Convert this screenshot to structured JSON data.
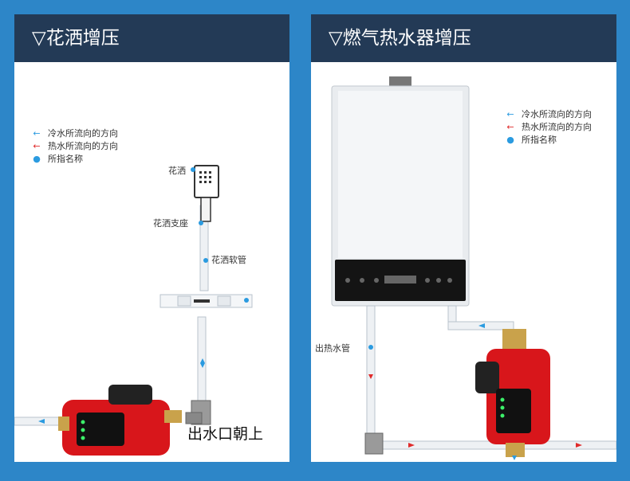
{
  "left_panel": {
    "title": "▽花洒增压",
    "legend": [
      {
        "marker": "cold-arrow",
        "text": "冷水所流向的方向",
        "color": "#2b9be0"
      },
      {
        "marker": "hot-arrow",
        "text": "热水所流向的方向",
        "color": "#e02b2b"
      },
      {
        "marker": "dot",
        "text": "所指名称",
        "color": "#2b9be0"
      }
    ],
    "labels": {
      "shower": "花洒",
      "shower_holder": "花洒支座",
      "shower_hose": "花洒软管",
      "outlet_up": "出水口朝上"
    }
  },
  "right_panel": {
    "title": "▽燃气热水器增压",
    "legend": [
      {
        "marker": "cold-arrow",
        "text": "冷水所流向的方向",
        "color": "#2b9be0"
      },
      {
        "marker": "hot-arrow",
        "text": "热水所流向的方向",
        "color": "#e02b2b"
      },
      {
        "marker": "dot",
        "text": "所指名称",
        "color": "#2b9be0"
      }
    ],
    "labels": {
      "hot_outlet_pipe": "出热水管"
    }
  },
  "colors": {
    "page_bg": "#2d86c8",
    "header_bg": "#233a56",
    "pump_red": "#d8161b",
    "cold": "#2b9be0",
    "hot": "#e02b2b",
    "pipe": "#e4e8ec"
  }
}
